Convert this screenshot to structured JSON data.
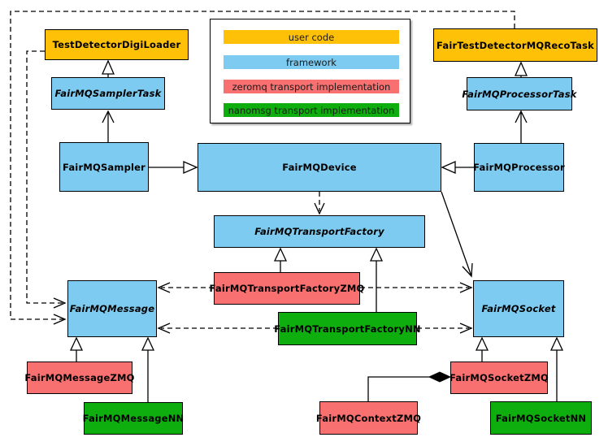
{
  "colors": {
    "user_code": "#FFC107",
    "framework": "#7DCBF0",
    "zeromq": "#F97070",
    "nanomsg": "#0FAE0F",
    "border": "#000000",
    "background": "#FFFFFF"
  },
  "legend": {
    "items": [
      {
        "label": "user code",
        "category": "user_code"
      },
      {
        "label": "framework",
        "category": "framework"
      },
      {
        "label": "zeromq transport implementation",
        "category": "zeromq"
      },
      {
        "label": "nanomsg transport implementation",
        "category": "nanomsg"
      }
    ]
  },
  "nodes": {
    "testDetectorDigiLoader": {
      "label": "TestDetectorDigiLoader",
      "category": "user_code",
      "abstract": false
    },
    "fairTestDetectorMQRecoTask": {
      "label": "FairTestDetectorMQRecoTask",
      "category": "user_code",
      "abstract": false
    },
    "fairMQSamplerTask": {
      "label": "FairMQSamplerTask",
      "category": "framework",
      "abstract": true
    },
    "fairMQProcessorTask": {
      "label": "FairMQProcessorTask",
      "category": "framework",
      "abstract": true
    },
    "fairMQSampler": {
      "label": "FairMQSampler",
      "category": "framework",
      "abstract": false
    },
    "fairMQDevice": {
      "label": "FairMQDevice",
      "category": "framework",
      "abstract": false
    },
    "fairMQProcessor": {
      "label": "FairMQProcessor",
      "category": "framework",
      "abstract": false
    },
    "fairMQTransportFactory": {
      "label": "FairMQTransportFactory",
      "category": "framework",
      "abstract": true
    },
    "fairMQTransportFactoryZMQ": {
      "label": "FairMQTransportFactoryZMQ",
      "category": "zeromq",
      "abstract": false
    },
    "fairMQTransportFactoryNN": {
      "label": "FairMQTransportFactoryNN",
      "category": "nanomsg",
      "abstract": false
    },
    "fairMQMessage": {
      "label": "FairMQMessage",
      "category": "framework",
      "abstract": true
    },
    "fairMQSocket": {
      "label": "FairMQSocket",
      "category": "framework",
      "abstract": true
    },
    "fairMQMessageZMQ": {
      "label": "FairMQMessageZMQ",
      "category": "zeromq",
      "abstract": false
    },
    "fairMQMessageNN": {
      "label": "FairMQMessageNN",
      "category": "nanomsg",
      "abstract": false
    },
    "fairMQContextZMQ": {
      "label": "FairMQContextZMQ",
      "category": "zeromq",
      "abstract": false
    },
    "fairMQSocketZMQ": {
      "label": "FairMQSocketZMQ",
      "category": "zeromq",
      "abstract": false
    },
    "fairMQSocketNN": {
      "label": "FairMQSocketNN",
      "category": "nanomsg",
      "abstract": false
    }
  }
}
